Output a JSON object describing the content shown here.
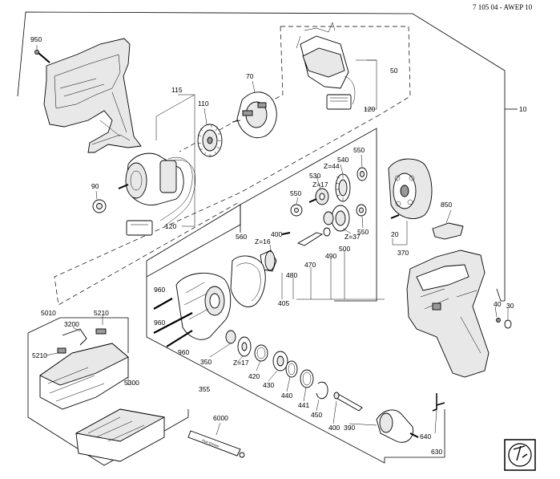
{
  "header": {
    "code": "7 105 04 - AWEP 10"
  },
  "labels": {
    "l950": "950",
    "l115": "115",
    "l110": "110",
    "l70": "70",
    "l50": "50",
    "l120a": "120",
    "l10": "10",
    "l90": "90",
    "l120b": "120",
    "l550a": "550",
    "l540": "540",
    "lz44": "Z=44",
    "l530": "530",
    "lz17a": "Z=17",
    "l550b": "550",
    "l850": "850",
    "l560": "560",
    "l400a": "400",
    "lz37": "Z=37",
    "l550c": "550",
    "l20": "20",
    "lz16": "Z=16",
    "l470": "470",
    "l490": "490",
    "l500": "500",
    "l370": "370",
    "l480": "480",
    "l405": "405",
    "l960a": "960",
    "l40": "40",
    "l30": "30",
    "l5010": "5010",
    "l5210a": "5210",
    "l3200": "3200",
    "l960b": "960",
    "l960c": "960",
    "l5210b": "5210",
    "l350": "350",
    "lz17b": "Z=17",
    "l420": "420",
    "l430": "430",
    "l5300": "5300",
    "l355": "355",
    "l440": "440",
    "l441": "441",
    "l450": "450",
    "l6000": "6000",
    "l400b": "400",
    "l390": "390",
    "l640": "640",
    "l630": "630"
  },
  "tube_text": "Fein Grease"
}
